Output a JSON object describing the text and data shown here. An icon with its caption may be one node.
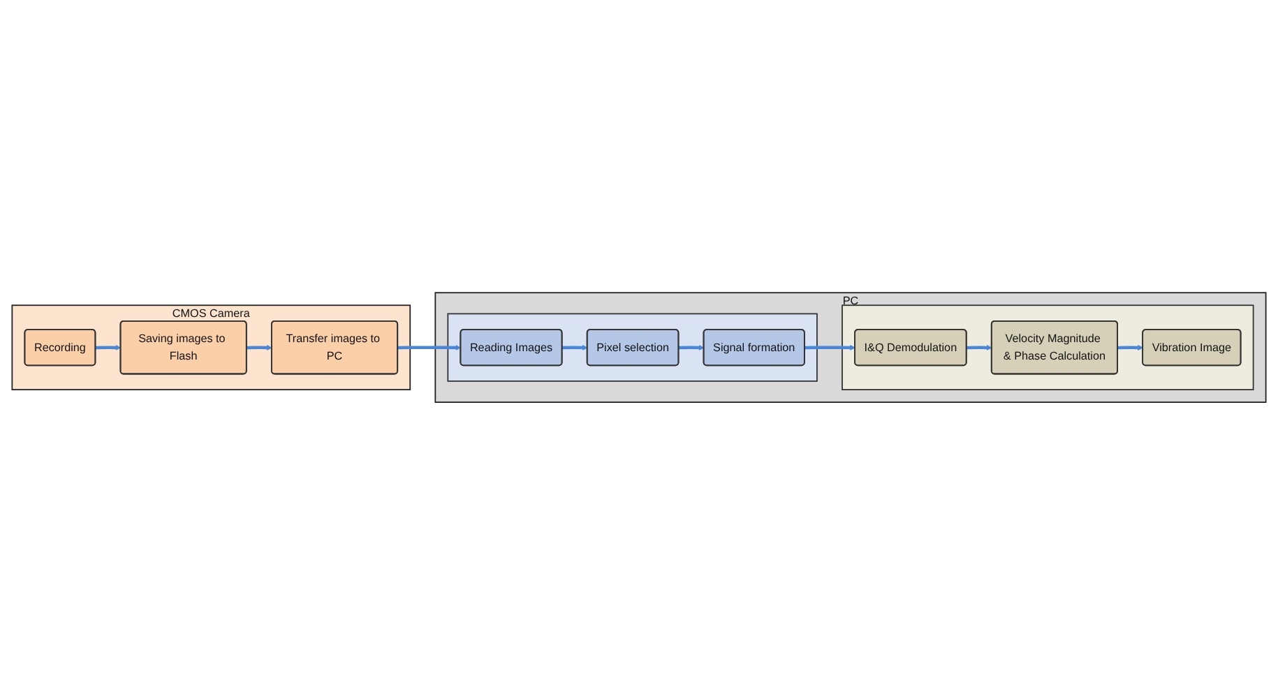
{
  "diagram": {
    "nodes": [
      {
        "text": [
          "CMOS Camera"
        ]
      },
      {
        "text": [
          "Recording"
        ],
        "in": 0
      },
      {
        "text": [
          "Saving images to Flash"
        ],
        "in": 0
      },
      {
        "text": [
          "Transfer images to PC"
        ],
        "in": 0
      },
      {
        "text": [
          "PC"
        ]
      },
      {
        "text": [],
        "shape": "box",
        "in": 4
      },
      {
        "text": [
          "Reading Images"
        ],
        "in": 5
      },
      {
        "text": [
          "Pixel selection"
        ],
        "in": 5
      },
      {
        "text": [
          "Signal formation"
        ],
        "in": 5
      },
      {
        "text": [],
        "shape": "box",
        "in": 4
      },
      {
        "text": [
          "I&Q Demodulation"
        ],
        "in": 9
      },
      {
        "text": [
          "Velocity Magnitude & Phase Calculation"
        ],
        "in": 9
      },
      {
        "text": [
          "Vibration Image"
        ],
        "in": 9
      }
    ],
    "edges": [
      {
        "from": 1,
        "to": 2,
        "arrow": "to"
      },
      {
        "from": 2,
        "to": 3,
        "arrow": "to"
      },
      {
        "from": 3,
        "to": 6,
        "arrow": "to"
      },
      {
        "from": 6,
        "to": 7,
        "arrow": "to"
      },
      {
        "from": 7,
        "to": 8,
        "arrow": "to"
      },
      {
        "from": 8,
        "to": 10,
        "arrow": "to"
      },
      {
        "from": 10,
        "to": 11,
        "arrow": "to"
      },
      {
        "from": 11,
        "to": 12,
        "arrow": "to"
      }
    ]
  }
}
